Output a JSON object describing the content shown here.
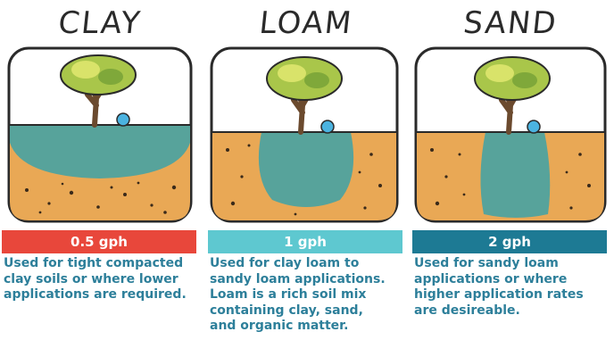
{
  "panels": [
    {
      "title": "CLAY",
      "rate": "0.5 gph",
      "rate_color": "#e8473b",
      "description": "Used for tight compacted\nclay soils or where lower\napplications are required.",
      "water_shape": "wide-shallow"
    },
    {
      "title": "LOAM",
      "rate": "1 gph",
      "rate_color": "#5ec8d0",
      "description": "Used for clay loam to\nsandy loam applications.\nLoam is a rich soil mix\ncontaining clay, sand,\nand organic matter.",
      "water_shape": "round"
    },
    {
      "title": "SAND",
      "rate": "2 gph",
      "rate_color": "#1d7a94",
      "description": "Used for sandy loam\napplications or where\nhigher application rates\nare desireable.",
      "water_shape": "narrow-deep"
    }
  ],
  "colors": {
    "soil": "#e9a855",
    "water": "#4aa3a2",
    "foliage": "#a9c64a",
    "trunk": "#6b4a2e",
    "emitter": "#4bb3e0",
    "outline": "#2a2a2a",
    "text": "#2d7f9a"
  }
}
